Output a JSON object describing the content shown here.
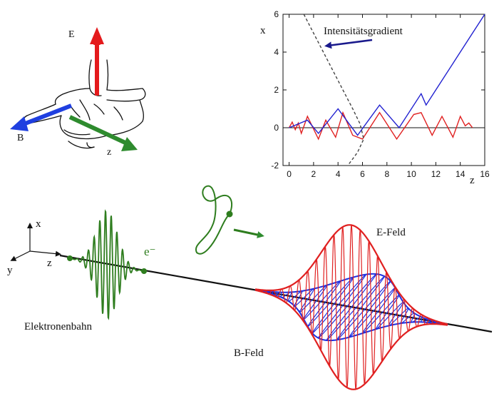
{
  "hand_figure": {
    "e_label": "E",
    "b_label": "B",
    "z_label": "z",
    "colors": {
      "e_arrow": "#e41a1c",
      "b_arrow": "#1f3fe0",
      "z_arrow": "#2e8b2e"
    }
  },
  "inset_plot": {
    "annotation": "Intensitätsgradient",
    "ylabel": "x",
    "xlabel": "z",
    "colors": {
      "red": "#e02020",
      "blue": "#2020d0",
      "gradient": "#444444",
      "arrow": "#1a1a8c"
    }
  },
  "chart_data": {
    "type": "line",
    "xlabel": "z",
    "ylabel": "x",
    "xlim": [
      -0.5,
      16
    ],
    "ylim": [
      -2,
      6
    ],
    "x_ticks": [
      "0",
      "2",
      "4",
      "6",
      "8",
      "10",
      "12",
      "14",
      "16"
    ],
    "y_ticks": [
      "-2",
      "0",
      "2",
      "4",
      "6"
    ],
    "annotation": "Intensitätsgradient",
    "series": [
      {
        "color": "#e02020",
        "x": [
          0,
          0.25,
          0.5,
          0.75,
          1.0,
          1.5,
          2.4,
          3.0,
          3.8,
          4.4,
          5.2,
          6.0,
          7.4,
          8.8,
          10.2,
          10.8,
          11.7,
          12.5,
          13.4,
          14.0,
          14.4,
          14.7,
          15.0
        ],
        "y": [
          0,
          0.3,
          -0.1,
          0.25,
          -0.3,
          0.6,
          -0.6,
          0.4,
          -0.5,
          0.8,
          -0.4,
          -0.6,
          0.8,
          -0.6,
          0.7,
          0.8,
          -0.4,
          0.6,
          -0.5,
          0.6,
          0.1,
          0.25,
          0.0
        ]
      },
      {
        "color": "#2020d0",
        "x": [
          0,
          1.5,
          2.4,
          4.0,
          5.6,
          7.4,
          9.0,
          10.8,
          11.2,
          12.0,
          13.5,
          15.0,
          16.0
        ],
        "y": [
          0,
          0.4,
          -0.3,
          1.0,
          -0.4,
          1.2,
          0.0,
          1.8,
          1.2,
          2.0,
          3.5,
          5.0,
          6.0
        ]
      },
      {
        "color": "#444444",
        "x": [
          1.2,
          2.0,
          2.8,
          3.6,
          4.4,
          5.2,
          5.8,
          6.1,
          5.6,
          4.8
        ],
        "y": [
          6.0,
          5.0,
          4.0,
          3.0,
          2.0,
          1.0,
          0.2,
          -0.6,
          -1.3,
          -2.0
        ]
      }
    ]
  },
  "main_scene": {
    "axis_x": "x",
    "axis_y": "y",
    "axis_z": "z",
    "electron": "e⁻",
    "e_field": "E-Feld",
    "b_field": "B-Feld",
    "trajectory": "Elektronenbahn",
    "colors": {
      "e_field": "#e02020",
      "b_field": "#2030e0",
      "electron": "#2e7d1e",
      "beam": "#111111"
    }
  }
}
